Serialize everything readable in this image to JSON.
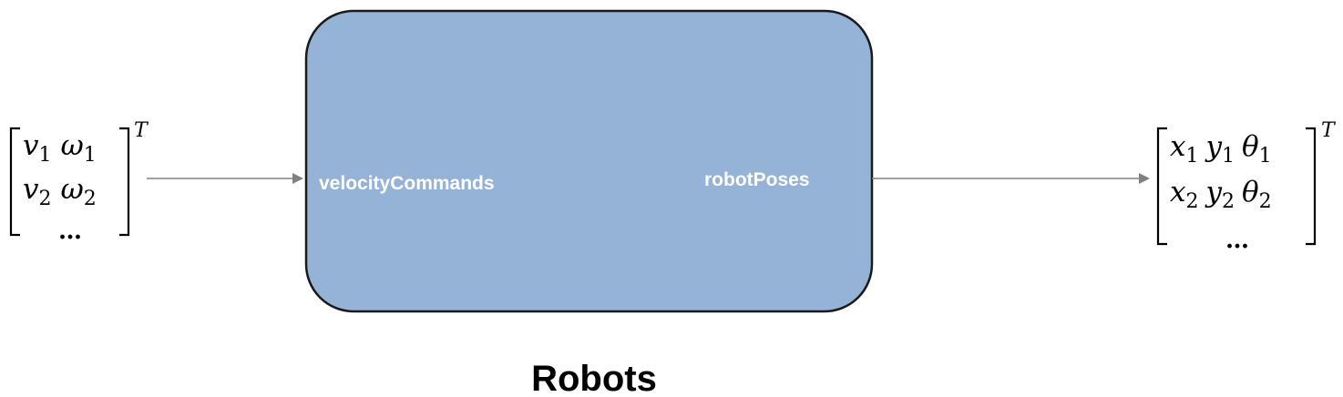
{
  "block": {
    "title": "Robots",
    "input_port": "velocityCommands",
    "output_port": "robotPoses",
    "fill_color": "#95b3d7",
    "border_color": "#1a1a1a"
  },
  "input_matrix": {
    "row1": [
      {
        "sym": "v",
        "sub": "1"
      },
      {
        "sym": "ω",
        "sub": "1"
      }
    ],
    "row2": [
      {
        "sym": "v",
        "sub": "2"
      },
      {
        "sym": "ω",
        "sub": "2"
      }
    ],
    "row3": "…",
    "transpose": "T"
  },
  "output_matrix": {
    "row1": [
      {
        "sym": "x",
        "sub": "1"
      },
      {
        "sym": "y",
        "sub": "1"
      },
      {
        "sym": "θ",
        "sub": "1"
      }
    ],
    "row2": [
      {
        "sym": "x",
        "sub": "2"
      },
      {
        "sym": "y",
        "sub": "2"
      },
      {
        "sym": "θ",
        "sub": "2"
      }
    ],
    "row3": "…",
    "transpose": "T"
  },
  "colors": {
    "connector": "#808080"
  }
}
